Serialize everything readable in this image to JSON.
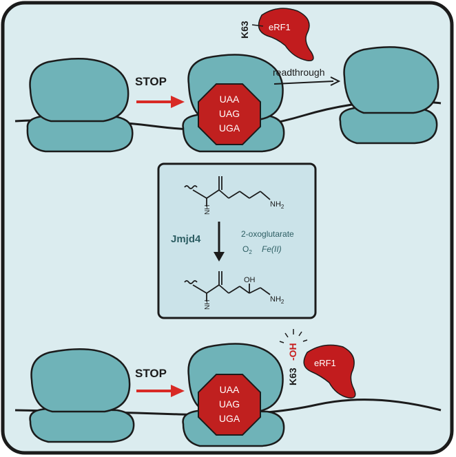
{
  "panel_top": {
    "stop_label": "STOP",
    "codons": [
      "UAA",
      "UAG",
      "UGA"
    ],
    "readthrough_label": "readthrough",
    "residue_label": "K63",
    "factor_label": "eRF1"
  },
  "reaction": {
    "enzyme_label": "Jmjd4",
    "cofactor_1": "2-oxoglutarate",
    "cofactor_2": "O",
    "cofactor_2_sub": "2",
    "cofactor_3": "Fe(II)",
    "substrate_amine": "NH",
    "substrate_amine_sub": "2",
    "backbone_nh": "NH",
    "product_hydroxyl": "OH",
    "product_amine": "NH",
    "product_amine_sub": "2"
  },
  "panel_bottom": {
    "stop_label": "STOP",
    "codons": [
      "UAA",
      "UAG",
      "UGA"
    ],
    "residue_label": "K63",
    "hydroxyl_label": "-OH",
    "factor_label": "eRF1"
  },
  "colors": {
    "background": "#dbecef",
    "ribosome": "#6fb3b8",
    "ribosome_dark": "#4e969b",
    "stop_sign": "#c0201f",
    "arrow_red": "#d82a25",
    "erf1": "#c21c1e",
    "reaction_box": "#cbe3e9",
    "outline": "#1b1b1b",
    "enzyme_text": "#2d5e63",
    "hydroxyl_red": "#c81e1e"
  }
}
